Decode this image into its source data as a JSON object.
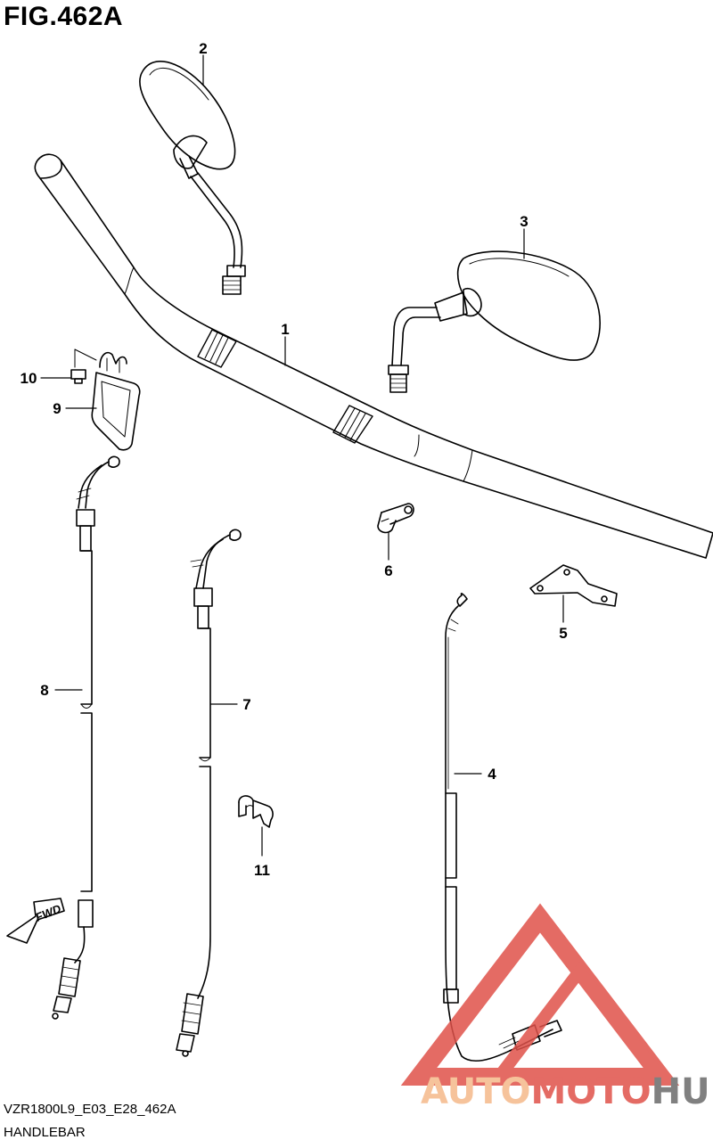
{
  "figure": {
    "title": "FIG.462A",
    "code": "VZR1800L9_E03_E28_462A",
    "name": "HANDLEBAR"
  },
  "callouts": [
    {
      "id": "1",
      "text": "1"
    },
    {
      "id": "2",
      "text": "2"
    },
    {
      "id": "3",
      "text": "3"
    },
    {
      "id": "4",
      "text": "4"
    },
    {
      "id": "5",
      "text": "5"
    },
    {
      "id": "6",
      "text": "6"
    },
    {
      "id": "7",
      "text": "7"
    },
    {
      "id": "8",
      "text": "8"
    },
    {
      "id": "9",
      "text": "9"
    },
    {
      "id": "10",
      "text": "10"
    },
    {
      "id": "11",
      "text": "11"
    }
  ],
  "direction_arrow": {
    "label": "FWD"
  },
  "watermark": {
    "part1": "AUTO",
    "part2": "MOTO",
    "part3": "HUB",
    "color_light": "#f5b98a",
    "color_red": "#e0524a",
    "color_dark": "#6b6b6b"
  }
}
